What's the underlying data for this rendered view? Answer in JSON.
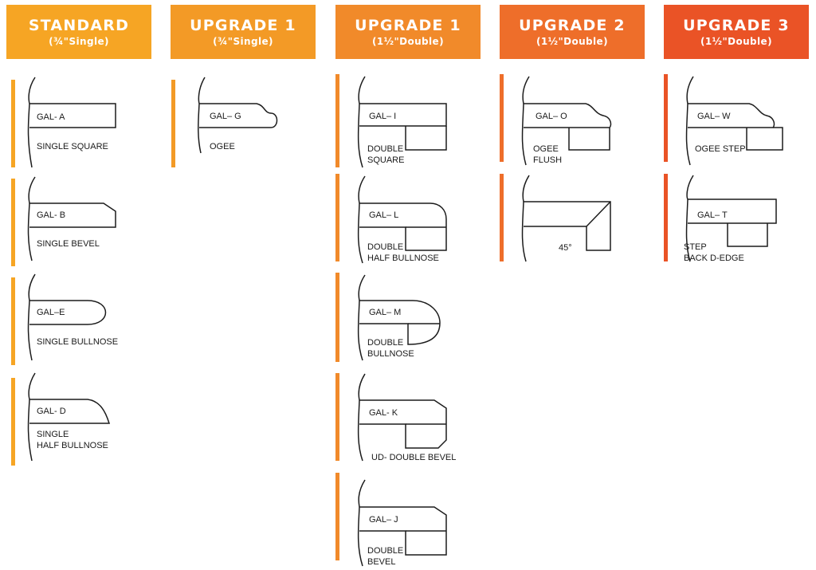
{
  "columns": [
    {
      "title": "STANDARD",
      "subtitle": "(¾\"Single)",
      "color": "#F6A524"
    },
    {
      "title": "UPGRADE 1",
      "subtitle": "(¾\"Single)",
      "color": "#F39A26"
    },
    {
      "title": "UPGRADE 1",
      "subtitle": "(1½\"Double)",
      "color": "#F18A2A"
    },
    {
      "title": "UPGRADE 2",
      "subtitle": "(1½\"Double)",
      "color": "#EE6E2A"
    },
    {
      "title": "UPGRADE 3",
      "subtitle": "(1½\"Double)",
      "color": "#EA5326"
    }
  ],
  "profiles": {
    "gal_a": {
      "code": "GAL- A",
      "name_1": "SINGLE SQUARE"
    },
    "gal_b": {
      "code": "GAL- B",
      "name_1": "SINGLE BEVEL"
    },
    "gal_e": {
      "code": "GAL–E",
      "name_1": "SINGLE BULLNOSE"
    },
    "gal_d": {
      "code": "GAL- D",
      "name_1": "SINGLE",
      "name_2": "HALF BULLNOSE"
    },
    "gal_g": {
      "code": "GAL– G",
      "name_1": "OGEE"
    },
    "gal_i": {
      "code": "GAL– I",
      "name_1": "DOUBLE",
      "name_2": "SQUARE"
    },
    "gal_l": {
      "code": "GAL– L",
      "name_1": "DOUBLE",
      "name_2": "HALF BULLNOSE"
    },
    "gal_m": {
      "code": "GAL– M",
      "name_1": "DOUBLE",
      "name_2": "BULLNOSE"
    },
    "gal_k": {
      "code": "GAL- K",
      "name_1": "UD- DOUBLE BEVEL"
    },
    "gal_j": {
      "code": "GAL– J",
      "name_1": "DOUBLE",
      "name_2": "BEVEL"
    },
    "gal_o": {
      "code": "GAL– O",
      "name_1": "OGEE",
      "name_2": "FLUSH"
    },
    "miter": {
      "angle_label": "45°"
    },
    "gal_w": {
      "code": "GAL– W",
      "name_1": "OGEE STEP"
    },
    "gal_t": {
      "code": "GAL– T",
      "name_1": "STEP",
      "name_2": "BACK D-EDGE"
    }
  }
}
